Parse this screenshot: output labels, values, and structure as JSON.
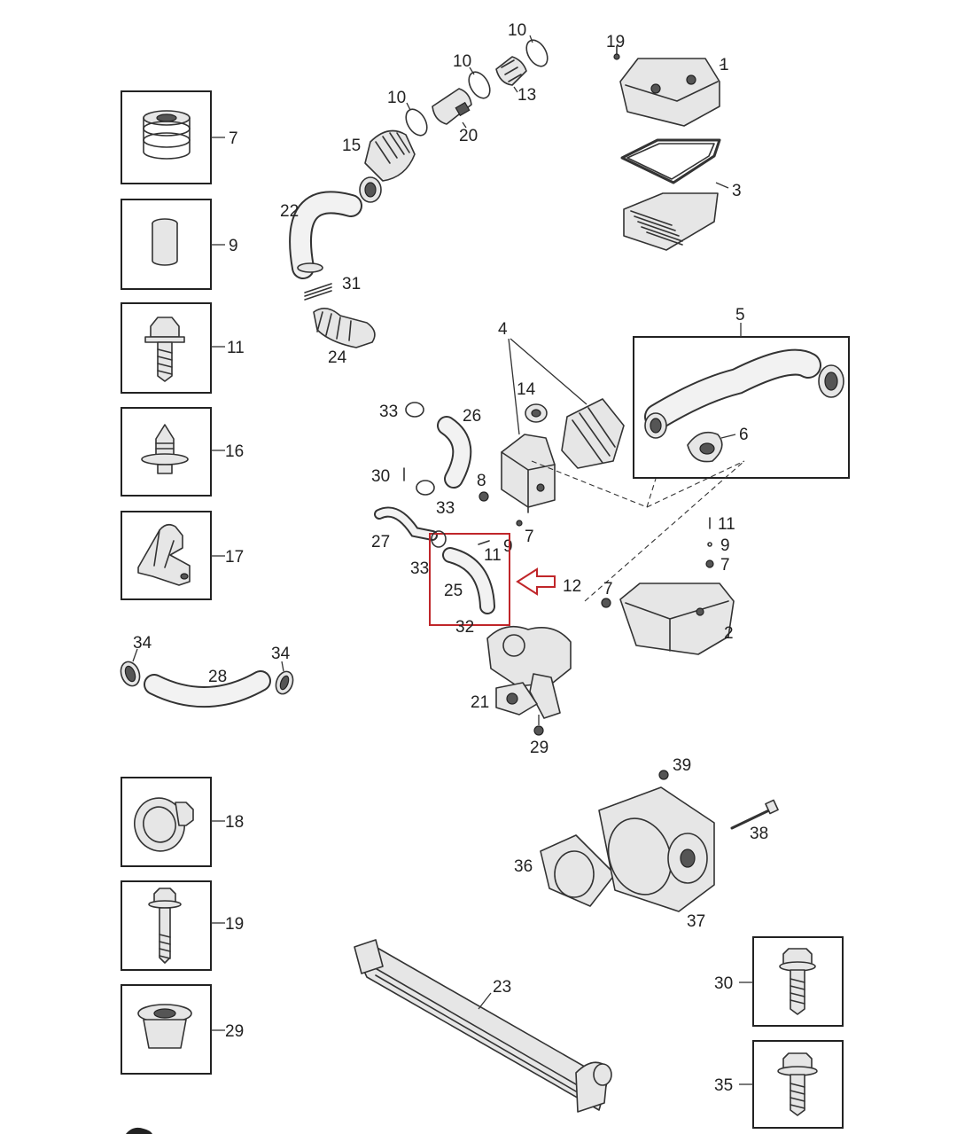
{
  "diagram": {
    "highlighted_part": "25",
    "labels": {
      "p1": "1",
      "p2": "2",
      "p3": "3",
      "p4": "4",
      "p5": "5",
      "p6": "6",
      "p7_box": "7",
      "p7_a": "7",
      "p7_b": "7",
      "p7_c": "7",
      "p8": "8",
      "p9_box": "9",
      "p9_b": "9",
      "p9_c": "9",
      "p10_a": "10",
      "p10_b": "10",
      "p10_c": "10",
      "p11_box": "11",
      "p11_b": "11",
      "p11_c": "11",
      "p12": "12",
      "p13": "13",
      "p14": "14",
      "p15": "15",
      "p16_box": "16",
      "p17_box": "17",
      "p18_box": "18",
      "p19_top": "19",
      "p19_box": "19",
      "p20": "20",
      "p21": "21",
      "p22": "22",
      "p23": "23",
      "p24": "24",
      "p25": "25",
      "p26": "26",
      "p27": "27",
      "p28": "28",
      "p29_box": "29",
      "p29_b": "29",
      "p30_box": "30",
      "p30_b": "30",
      "p31": "31",
      "p32": "32",
      "p33_a": "33",
      "p33_b": "33",
      "p33_c": "33",
      "p34_a": "34",
      "p34_b": "34",
      "p35_box": "35",
      "p36": "36",
      "p37": "37",
      "p38": "38",
      "p39": "39"
    }
  }
}
